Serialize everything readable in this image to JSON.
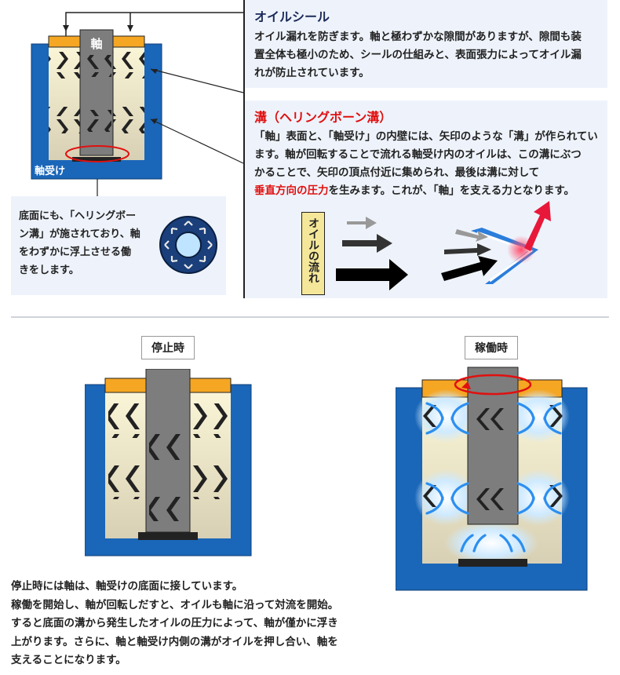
{
  "oil_seal": {
    "title": "オイルシール",
    "lines": [
      "オイル漏れを防ぎます。軸と極わずかな隙間がありますが、隙間も装",
      "置全体も極小のため、シールの仕組みと、表面張力によってオイル漏",
      "れが防止されています。"
    ]
  },
  "groove": {
    "title": "溝（ヘリングボーン溝）",
    "lines": [
      "「軸」表面と、「軸受け」の内壁には、矢印のような「溝」が作られてい",
      "ます。軸が回転することで流れる軸受け内のオイルは、この溝にぶつ",
      "かることで、矢印の頂点付近に集められ、最後は溝に対して"
    ],
    "last_line_highlight": "垂直方向の圧力",
    "last_line_rest": "を生みます。これが、「軸」を支える力となります。",
    "oil_flow_label": "オイルの流れ"
  },
  "bottom_note": {
    "lines": [
      "底面にも、「ヘリングボー",
      "ン溝」が施されており、軸",
      "をわずかに浮上させる働",
      "きをします。"
    ]
  },
  "top_diagram": {
    "shaft_label": "軸",
    "bearing_label": "軸受け"
  },
  "stopped": {
    "label": "停止時"
  },
  "running": {
    "label": "稼働時"
  },
  "description": {
    "lines": [
      "停止時には軸は、軸受けの底面に接しています。",
      "稼働を開始し、軸が回転しだすと、オイルも軸に沿って対流を開始。",
      "すると底面の溝から発生したオイルの圧力によって、軸が僅かに浮き",
      "上がります。さらに、軸と軸受け内側の溝がオイルを押し合い、軸を",
      "支えることになります。"
    ]
  },
  "colors": {
    "bearing_blue": "#1a66b8",
    "seal_orange": "#f5a623",
    "oil_cream": "#f3ecc7",
    "shaft_gray": "#7d7d7d",
    "highlight_red": "#e01010",
    "panel_bg": "#eef3fb"
  }
}
